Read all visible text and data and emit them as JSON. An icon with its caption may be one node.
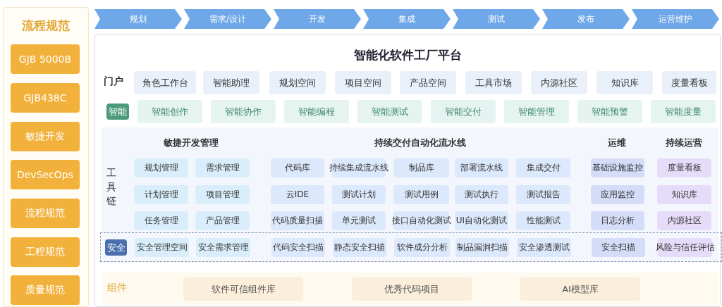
{
  "diagram": {
    "nodes": [
      {
        "text": [
          "流程规范"
        ]
      },
      {
        "text": [
          "GJB 5000B"
        ],
        "in": 0
      },
      {
        "text": [
          "GJB438C"
        ],
        "in": 0
      },
      {
        "text": [
          "敏捷开发"
        ],
        "in": 0
      },
      {
        "text": [
          "DevSecOps"
        ],
        "in": 0
      },
      {
        "text": [
          "流程规范"
        ],
        "in": 0
      },
      {
        "text": [
          "工程规范"
        ],
        "in": 0
      },
      {
        "text": [
          "质量规范"
        ],
        "in": 0
      },
      {
        "text": [
          "规划"
        ]
      },
      {
        "text": [
          "需求/设计"
        ]
      },
      {
        "text": [
          "开发"
        ]
      },
      {
        "text": [
          "集成"
        ]
      },
      {
        "text": [
          "测试"
        ]
      },
      {
        "text": [
          "发布"
        ]
      },
      {
        "text": [
          "运营维护"
        ]
      },
      {
        "text": [
          "智能化软件工厂平台"
        ]
      },
      {
        "text": [
          "角色工作台"
        ],
        "in": 15
      },
      {
        "text": [
          "智能助理"
        ],
        "in": 15
      },
      {
        "text": [
          "规划空间"
        ],
        "in": 15
      },
      {
        "text": [
          "项目空间"
        ],
        "in": 15
      },
      {
        "text": [
          "产品空间"
        ],
        "in": 15
      },
      {
        "text": [
          "工具市场"
        ],
        "in": 15
      },
      {
        "text": [
          "内源社区"
        ],
        "in": 15
      },
      {
        "text": [
          "知识库"
        ],
        "in": 15
      },
      {
        "text": [
          "度量看板"
        ],
        "in": 15
      },
      {
        "text": [
          "智能"
        ],
        "in": 15
      },
      {
        "text": [
          "智能创作"
        ],
        "in": 15
      },
      {
        "text": [
          "智能协作"
        ],
        "in": 15
      },
      {
        "text": [
          "智能编程"
        ],
        "in": 15
      },
      {
        "text": [
          "智能测试"
        ],
        "in": 15
      },
      {
        "text": [
          "智能交付"
        ],
        "in": 15
      },
      {
        "text": [
          "智能管理"
        ],
        "in": 15
      },
      {
        "text": [
          "智能预警"
        ],
        "in": 15
      },
      {
        "text": [
          "智能度量"
        ],
        "in": 15
      },
      {
        "text": [
          "工具链"
        ],
        "in": 15
      },
      {
        "text": [
          "规划管理"
        ],
        "in": 34
      },
      {
        "text": [
          "需求管理"
        ],
        "in": 34
      },
      {
        "text": [
          "计划管理"
        ],
        "in": 34
      },
      {
        "text": [
          "项目管理"
        ],
        "in": 34
      },
      {
        "text": [
          "任务管理"
        ],
        "in": 34
      },
      {
        "text": [
          "产品管理"
        ],
        "in": 34
      },
      {
        "text": [
          "代码库"
        ],
        "in": 34
      },
      {
        "text": [
          "持续集成流水线"
        ],
        "in": 34
      },
      {
        "text": [
          "制品库"
        ],
        "in": 34
      },
      {
        "text": [
          "部署流水线"
        ],
        "in": 34
      },
      {
        "text": [
          "集成交付"
        ],
        "in": 34
      },
      {
        "text": [
          "云IDE"
        ],
        "in": 34
      },
      {
        "text": [
          "测试计划"
        ],
        "in": 34
      },
      {
        "text": [
          "测试用例"
        ],
        "in": 34
      },
      {
        "text": [
          "测试执行"
        ],
        "in": 34
      },
      {
        "text": [
          "测试报告"
        ],
        "in": 34
      },
      {
        "text": [
          "代码质量扫描"
        ],
        "in": 34
      },
      {
        "text": [
          "单元测试"
        ],
        "in": 34
      },
      {
        "text": [
          "接口自动化测试"
        ],
        "in": 34
      },
      {
        "text": [
          "UI自动化测试"
        ],
        "in": 34
      },
      {
        "text": [
          "性能测试"
        ],
        "in": 34
      },
      {
        "text": [
          "基础设施监控"
        ],
        "in": 34
      },
      {
        "text": [
          "应用监控"
        ],
        "in": 34
      },
      {
        "text": [
          "日志分析"
        ],
        "in": 34
      },
      {
        "text": [
          "度量看板"
        ],
        "in": 34
      },
      {
        "text": [
          "知识库"
        ],
        "in": 34
      },
      {
        "text": [
          "内源社区"
        ],
        "in": 34
      },
      {
        "text": [],
        "shape": "box",
        "in": 34
      },
      {
        "text": [
          "安全"
        ],
        "in": 62
      },
      {
        "text": [
          "安全管理空间"
        ],
        "in": 62
      },
      {
        "text": [
          "安全需求管理"
        ],
        "in": 62
      },
      {
        "text": [
          "代码安全扫描"
        ],
        "in": 62
      },
      {
        "text": [
          "静态安全扫描"
        ],
        "in": 62
      },
      {
        "text": [
          "软件成分分析"
        ],
        "in": 62
      },
      {
        "text": [
          "制品漏洞扫描"
        ],
        "in": 62
      },
      {
        "text": [
          "安全渗透测试"
        ],
        "in": 62
      },
      {
        "text": [
          "安全扫描"
        ],
        "in": 62
      },
      {
        "text": [
          "风险与信任评估"
        ],
        "in": 62
      },
      {
        "text": [
          "组件"
        ],
        "in": 15
      },
      {
        "text": [
          "软件可信组件库"
        ],
        "in": 73
      },
      {
        "text": [
          "优秀代码项目"
        ],
        "in": 73
      },
      {
        "text": [
          "AI模型库"
        ],
        "in": 73
      }
    ],
    "labels": [
      "门户",
      "敏捷开发管理",
      "持续交付自动化流水线",
      "运维",
      "持续运营"
    ]
  }
}
